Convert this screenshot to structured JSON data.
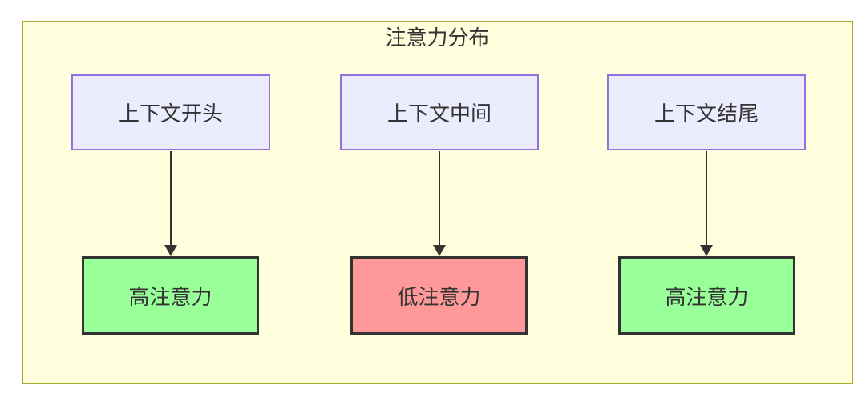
{
  "diagram": {
    "title": "注意力分布",
    "colors": {
      "container_bg": "#ffffde",
      "container_border": "#aaaa33",
      "context_fill": "#ECECFF",
      "context_border": "#9370DB",
      "high_fill": "#99ff99",
      "low_fill": "#ff9999",
      "result_border": "#333333",
      "arrow": "#333333",
      "text": "#333333"
    },
    "columns": [
      {
        "source": "上下文开头",
        "target": "高注意力",
        "level": "high"
      },
      {
        "source": "上下文中间",
        "target": "低注意力",
        "level": "low"
      },
      {
        "source": "上下文结尾",
        "target": "高注意力",
        "level": "high"
      }
    ]
  }
}
